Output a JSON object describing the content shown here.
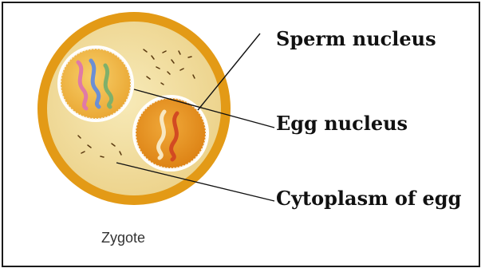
{
  "labels": {
    "sperm_nucleus": "Sperm nucleus",
    "egg_nucleus": "Egg nucleus",
    "cytoplasm": "Cytoplasm of egg"
  },
  "caption": "Zygote",
  "colors": {
    "cell_outer_ring": "#e39a16",
    "cytoplasm": "#f0dc9c",
    "sperm_nucleus_fill": "#f2b640",
    "egg_nucleus_fill": "#e7901c",
    "chromosome_pink": "#e07aa6",
    "chromosome_blue": "#6b8fd4",
    "chromosome_green": "#7fb06a",
    "chromosome_red": "#d24a22",
    "chromosome_light": "#f8e7c0"
  }
}
